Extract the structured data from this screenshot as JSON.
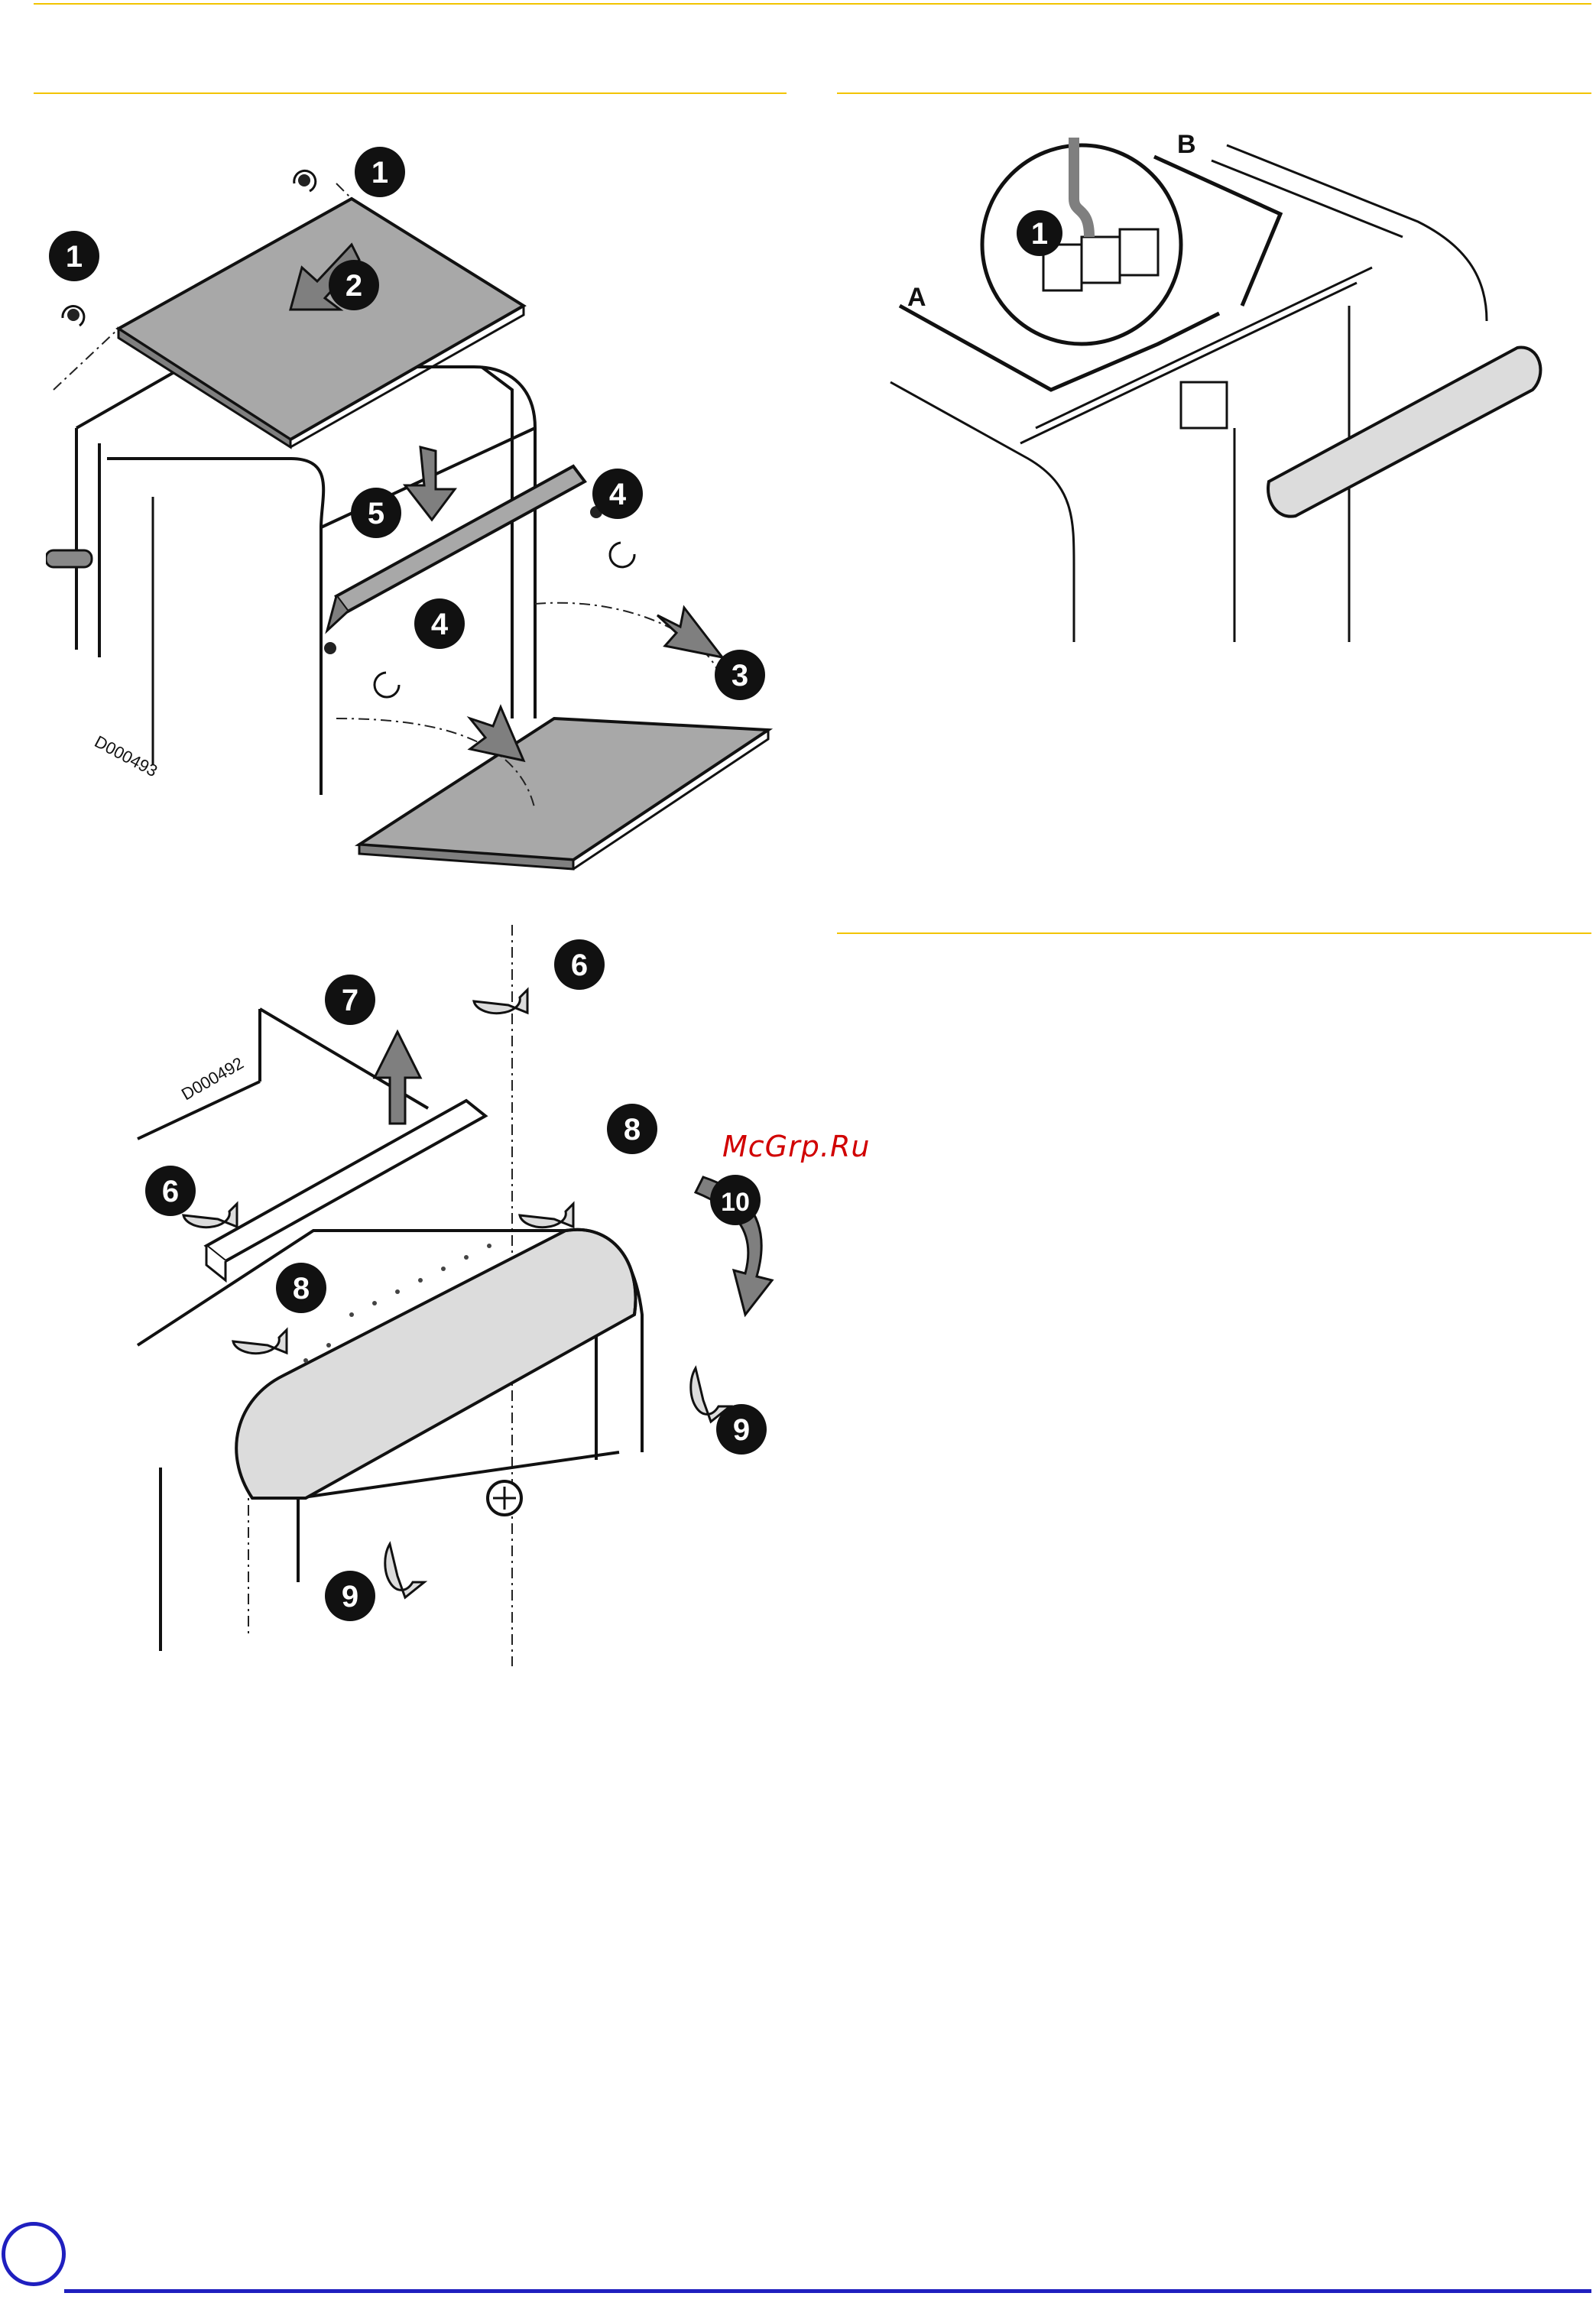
{
  "colors": {
    "rule": "#f2c400",
    "footer": "#1f1fbf",
    "watermark": "#d10000",
    "panel_fill": "#a8a8a8",
    "light_fill": "#dcdcdc"
  },
  "figure_top_left": {
    "code": "D000493",
    "steps": [
      "1",
      "1",
      "2",
      "3",
      "4",
      "4",
      "5"
    ]
  },
  "figure_bottom_left": {
    "code": "D000492",
    "steps": [
      "6",
      "6",
      "7",
      "8",
      "8",
      "9",
      "9",
      "10"
    ]
  },
  "figure_top_right": {
    "labels": [
      "A",
      "B"
    ],
    "steps": [
      "1"
    ]
  },
  "watermark": "McGrp.Ru"
}
